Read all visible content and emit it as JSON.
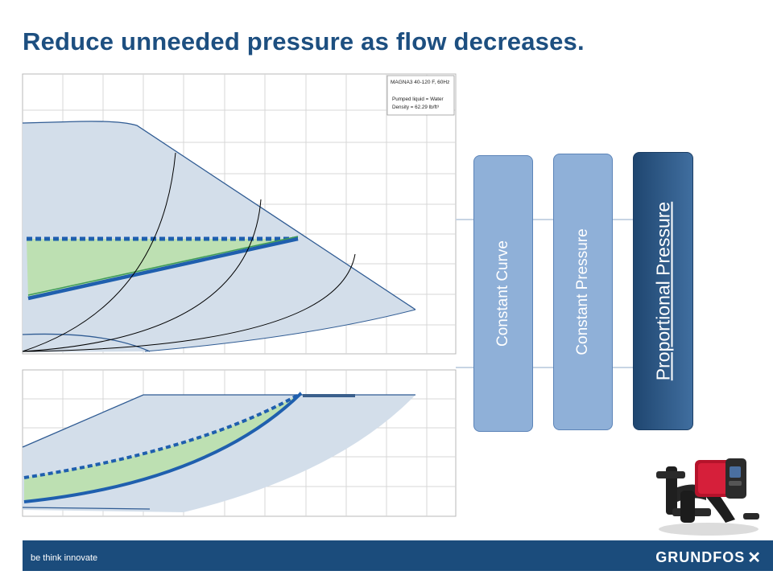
{
  "slide": {
    "title": "Reduce unneeded pressure as flow decreases."
  },
  "chart_legend": {
    "model": "MAGNA3 40-120 F, 60Hz",
    "liquid": "Pumped liquid = Water",
    "density": "Density = 62.29 lb/ft³"
  },
  "modes": [
    {
      "label": "Constant Curve",
      "active": false
    },
    {
      "label": "Constant Pressure",
      "active": false
    },
    {
      "label": "Proportional Pressure",
      "active": true
    }
  ],
  "footer": {
    "tagline": "be think innovate",
    "brand": "GRUNDFOS",
    "brand_mark": "✕"
  },
  "colors": {
    "title": "#1d4f80",
    "envelope_fill": "#d3deea",
    "envelope_stroke": "#2f5b93",
    "savings_fill": "#bde0b2",
    "control_line": "#1f5fae",
    "footer_bar": "#1b4c7c"
  }
}
